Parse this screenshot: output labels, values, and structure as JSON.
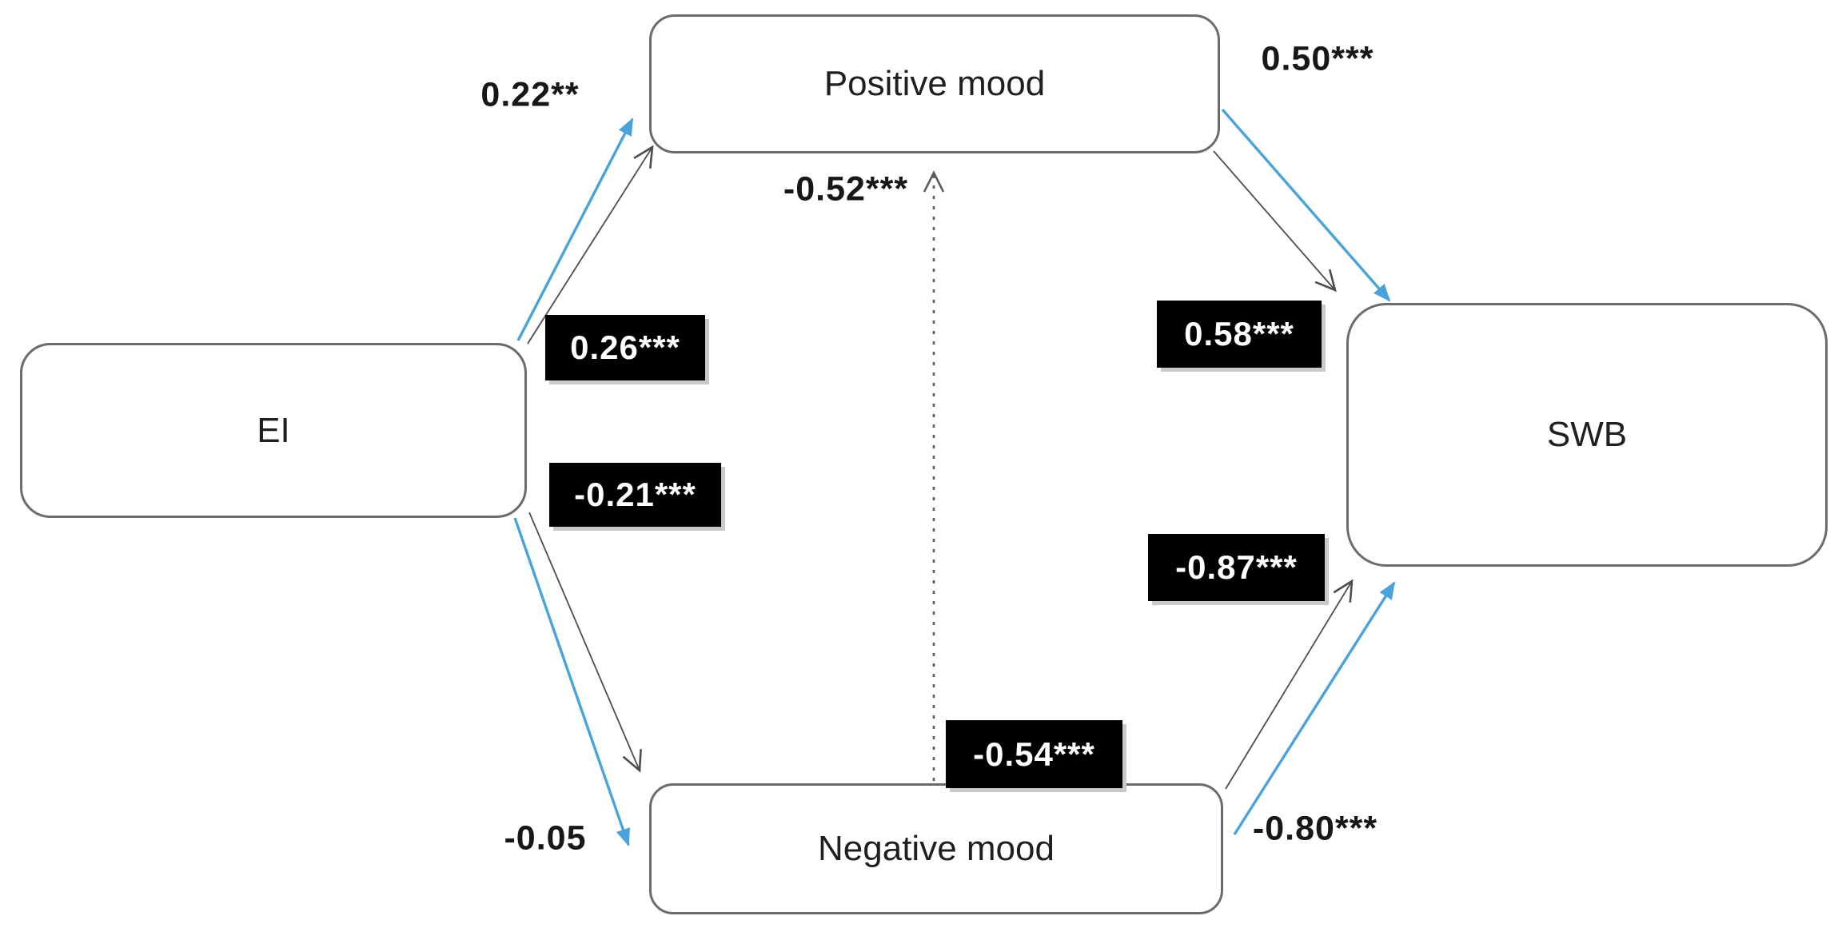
{
  "diagram": {
    "nodes": {
      "ei": {
        "label": "EI"
      },
      "positive_mood": {
        "label": "Positive mood"
      },
      "negative_mood": {
        "label": "Negative mood"
      },
      "swb": {
        "label": "SWB"
      }
    },
    "coefficients": {
      "ei_to_positive_total": "0.22**",
      "ei_to_positive_direct": "0.26***",
      "ei_to_negative_total": "-0.05",
      "ei_to_negative_direct": "-0.21***",
      "positive_to_swb_total": "0.50***",
      "positive_to_swb_direct": "0.58***",
      "negative_to_swb_total": "-0.80***",
      "negative_to_swb_direct": "-0.87***",
      "negative_to_positive_outer": "-0.52***",
      "negative_to_positive_boxed": "-0.54***"
    },
    "colors": {
      "total_effect_arrow": "#49a2dc",
      "direct_effect_arrow": "#4d4d4d",
      "node_border": "#6b6b6b",
      "coef_box_bg": "#000000",
      "coef_box_text": "#ffffff",
      "dotted_arrow": "#5a5a5a"
    }
  }
}
